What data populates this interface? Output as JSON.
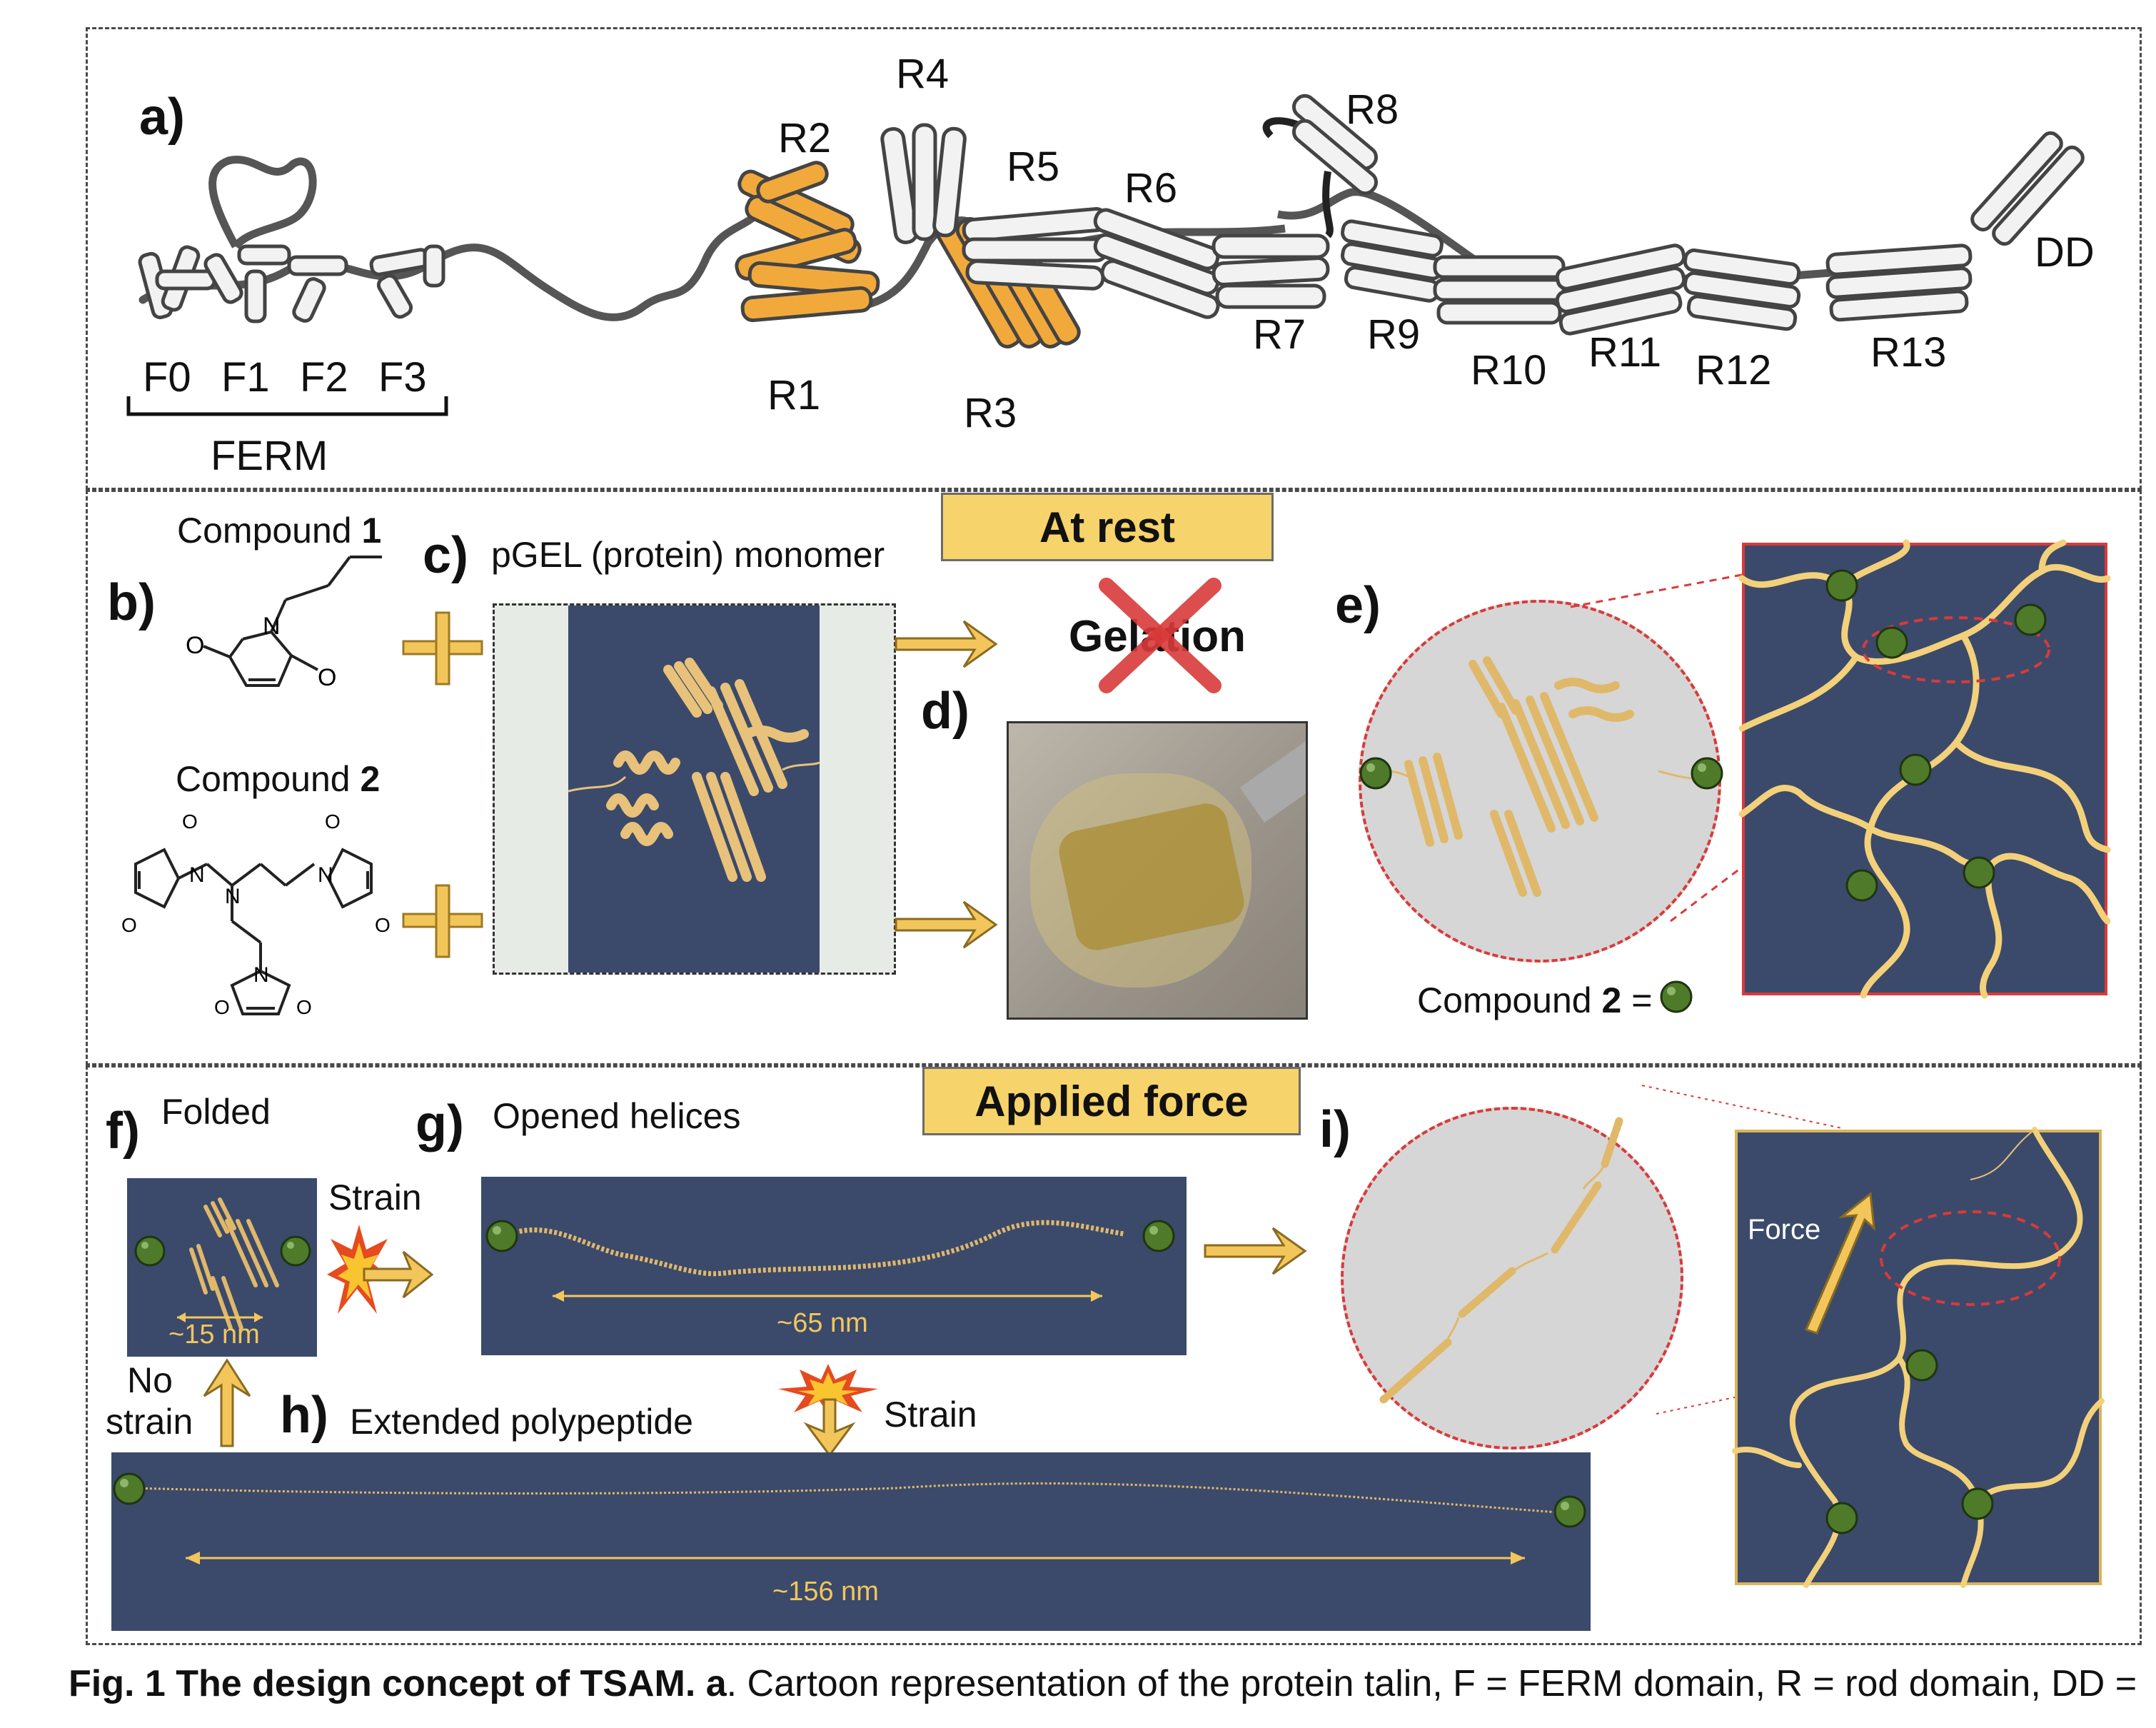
{
  "panels": {
    "a_label": "a)",
    "b_label": "b)",
    "c_label": "c)",
    "d_label": "d)",
    "e_label": "e)",
    "f_label": "f)",
    "g_label": "g)",
    "h_label": "h)",
    "i_label": "i)"
  },
  "talin": {
    "ferm_subdomains": [
      "F0",
      "F1",
      "F2",
      "F3"
    ],
    "ferm_label": "FERM",
    "rods": [
      "R1",
      "R2",
      "R3",
      "R4",
      "R5",
      "R6",
      "R7",
      "R8",
      "R9",
      "R10",
      "R11",
      "R12",
      "R13"
    ],
    "dd_label": "DD"
  },
  "middle": {
    "compound1_label": "Compound ",
    "compound1_num": "1",
    "compound2_label": "Compound ",
    "compound2_num": "2",
    "monomer_title": "pGEL (protein) monomer",
    "at_rest": "At rest",
    "gelation": "Gelation",
    "legend_label": "Compound ",
    "legend_num": "2",
    "legend_eq": " = "
  },
  "bottom": {
    "applied_force": "Applied force",
    "folded": "Folded",
    "strain_top": "Strain",
    "folded_scale": "~15 nm",
    "opened": "Opened helices",
    "opened_scale": "~65 nm",
    "no": "No",
    "no_strain": "strain",
    "extended": "Extended polypeptide",
    "strain_bottom": "Strain",
    "extended_scale": "~156 nm",
    "force": "Force"
  },
  "caption": {
    "bold": "Fig. 1 The design concept of TSAM. a",
    "rest": ". Cartoon representation of the protein talin, F = FERM domain, R = rod domain, DD ="
  },
  "colors": {
    "orange_helix": "#f2a93b",
    "white_helix": "#f2f2f2",
    "navy": "#3b4a6b",
    "gold": "#f3c65c",
    "bead": "#4e7a2a",
    "red": "#d93a3a"
  }
}
